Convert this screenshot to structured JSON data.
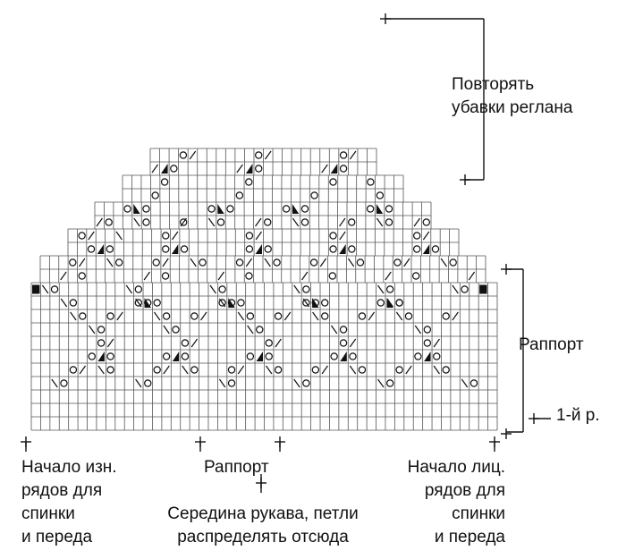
{
  "diagram": {
    "type": "knitting-chart",
    "symbols": {
      "slash": "k2tog-symbol",
      "backslash": "ssk-symbol",
      "circle": "yarn-over-symbol",
      "triangle": "double-decrease-symbol",
      "square": "edge-stitch-symbol"
    },
    "grid_color": "#555555",
    "symbol_color": "#111111"
  },
  "labels": {
    "raglan_repeat": [
      "Повторять",
      "убавки реглана"
    ],
    "rapport_right": "Раппорт",
    "first_row": "1-й р.",
    "wrong_side_start": [
      "Начало изн.",
      "рядов для",
      "спинки",
      "и переда"
    ],
    "rapport_bottom": "Раппорт",
    "sleeve_middle": [
      "Середина рукава, петли",
      "распределять отсюда"
    ],
    "right_side_start": [
      "Начало лиц.",
      "рядов для",
      "спинки",
      "и переда"
    ]
  }
}
